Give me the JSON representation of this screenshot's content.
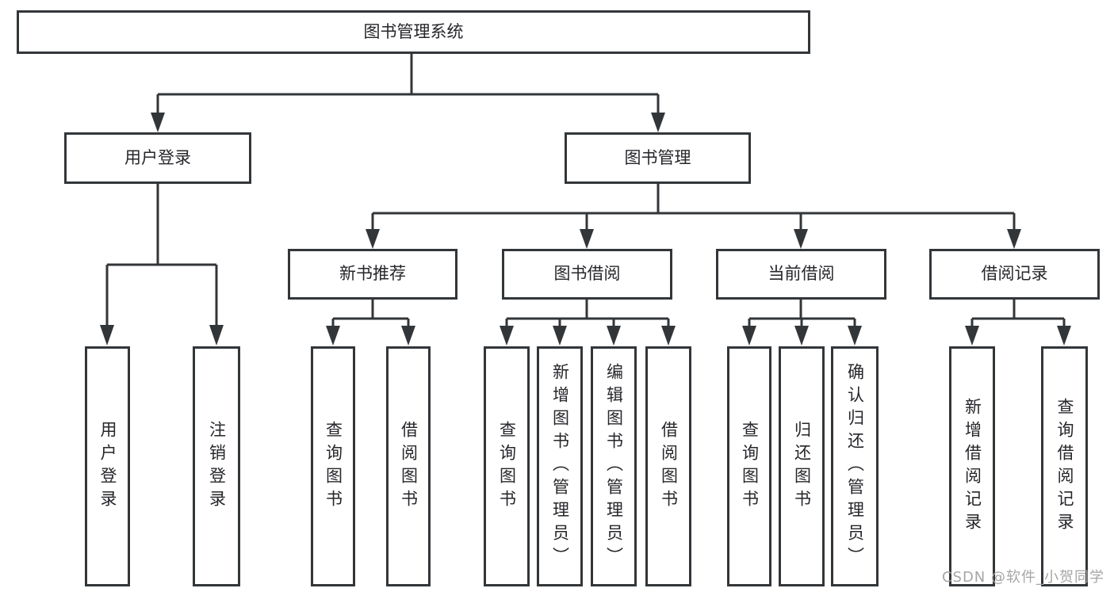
{
  "watermark": "CSDN @软件_小贺同学",
  "colors": {
    "line": "#333639",
    "box_border": "#333639",
    "text": "#26262b",
    "watermark": "#a6a6a6",
    "background": "#ffffff"
  },
  "tree": {
    "root": {
      "label": "图书管理系统"
    },
    "branches": [
      {
        "label": "用户登录",
        "leaves": [
          {
            "label": "用户登录"
          },
          {
            "label": "注销登录"
          }
        ]
      },
      {
        "label": "图书管理",
        "groups": [
          {
            "label": "新书推荐",
            "leaves": [
              {
                "label": "查询图书"
              },
              {
                "label": "借阅图书"
              }
            ]
          },
          {
            "label": "图书借阅",
            "leaves": [
              {
                "label": "查询图书"
              },
              {
                "label": "新增图书（管理员）"
              },
              {
                "label": "编辑图书（管理员）"
              },
              {
                "label": "借阅图书"
              }
            ]
          },
          {
            "label": "当前借阅",
            "leaves": [
              {
                "label": "查询图书"
              },
              {
                "label": "归还图书"
              },
              {
                "label": "确认归还（管理员）"
              }
            ]
          },
          {
            "label": "借阅记录",
            "leaves": [
              {
                "label": "新增借阅记录"
              },
              {
                "label": "查询借阅记录"
              }
            ]
          }
        ]
      }
    ]
  }
}
